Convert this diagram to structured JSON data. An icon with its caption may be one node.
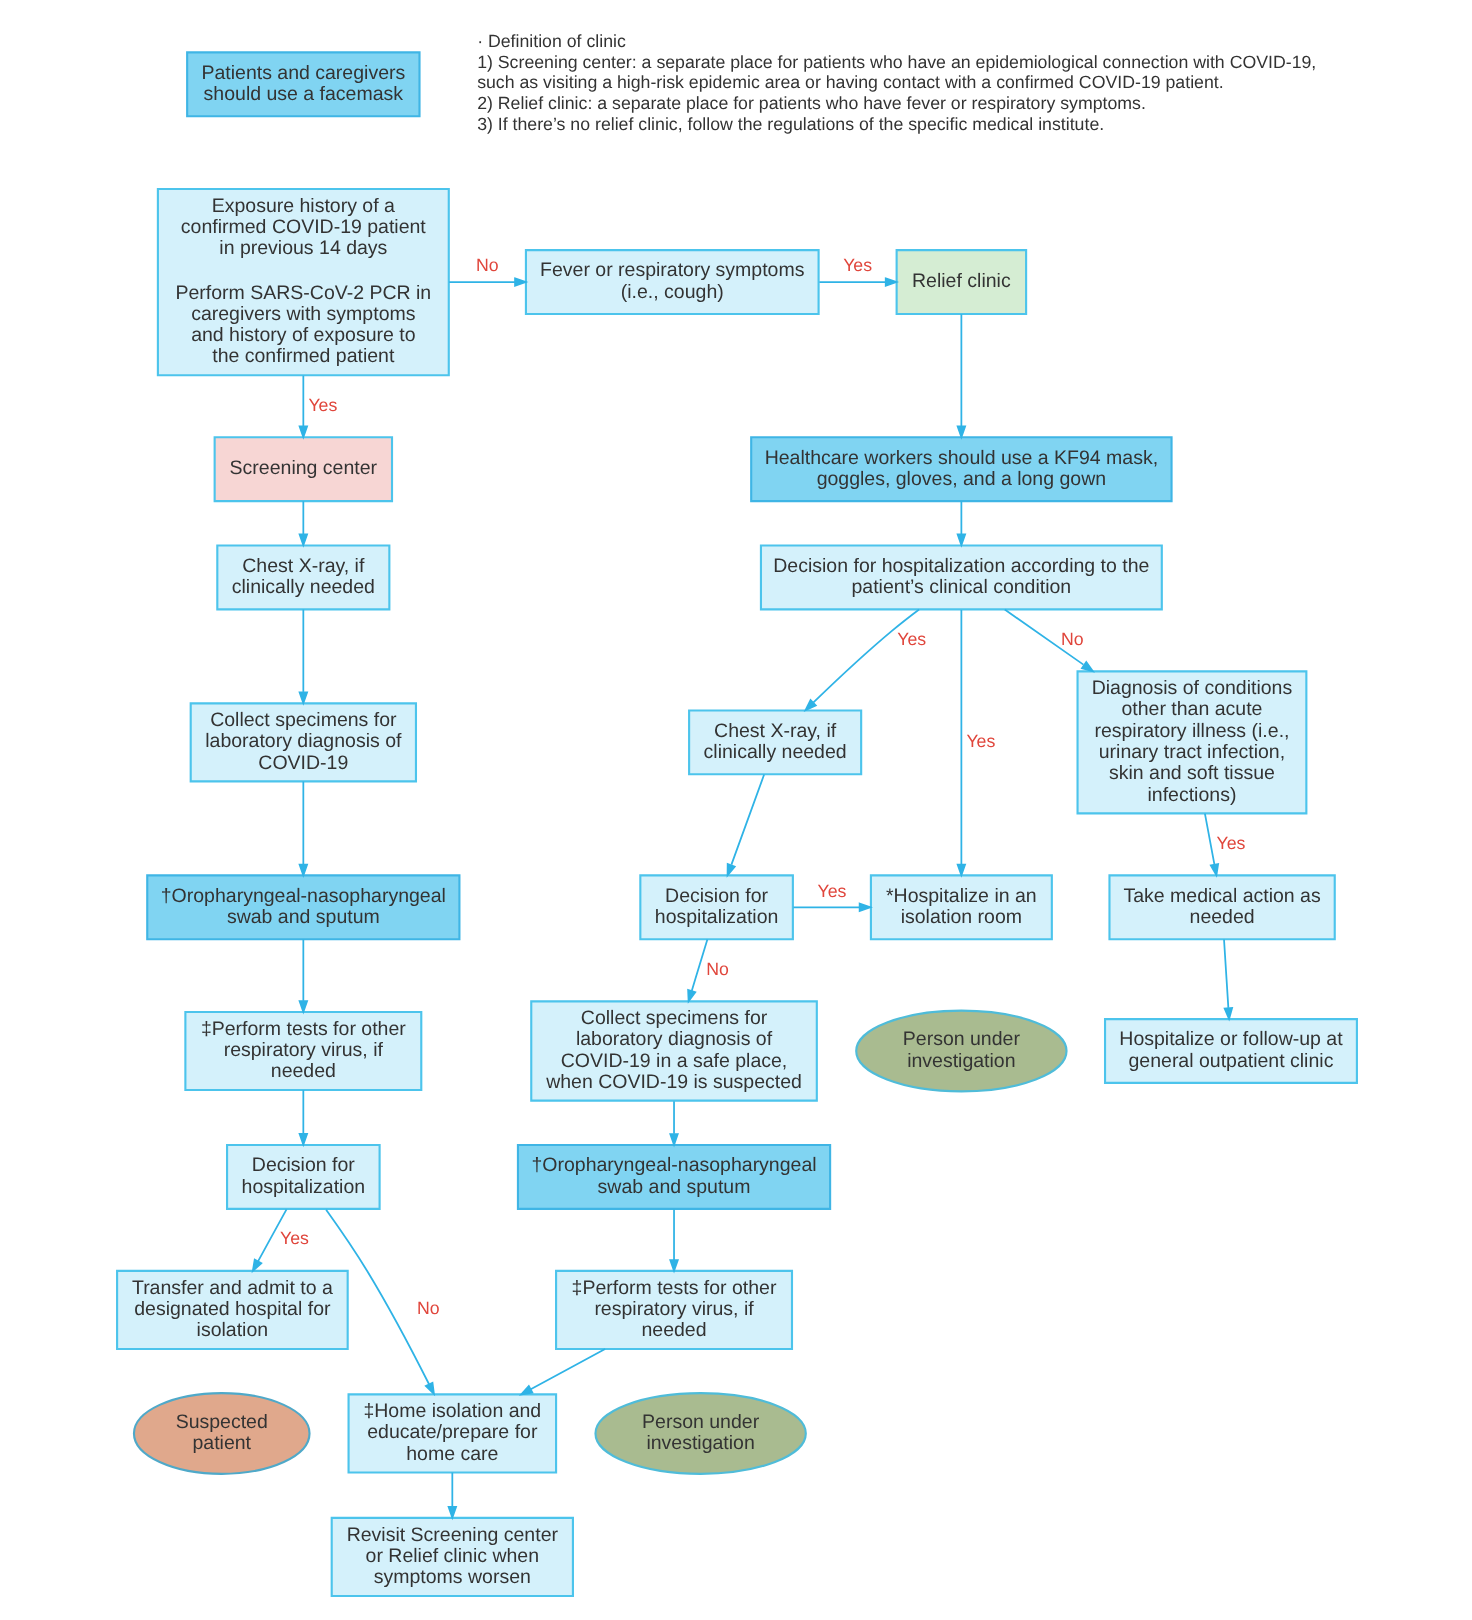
{
  "diagram": {
    "nodes": [
      {
        "text": [
          "Patients and caregivers should use a facemask"
        ]
      },
      {
        "text": [
          "Exposure history of a confirmed COVID-19 patient in previous 14 days",
          "Perform SARS-CoV-2 PCR in caregivers with symptoms and history of exposure to the confirmed patient"
        ]
      },
      {
        "text": [
          "Fever or respiratory symptoms (i.e., cough)"
        ]
      },
      {
        "text": [
          "Relief clinic"
        ]
      },
      {
        "text": [
          "Screening center"
        ]
      },
      {
        "text": [
          "Healthcare workers should use a KF94 mask, goggles, gloves, and a long gown"
        ]
      },
      {
        "text": [
          "Chest X-ray, if clinically needed"
        ]
      },
      {
        "text": [
          "Decision for hospitalization according to the patient’s clinical condition"
        ]
      },
      {
        "text": [
          "Collect specimens for laboratory diagnosis of COVID-19"
        ]
      },
      {
        "text": [
          "Chest X-ray, if clinically needed"
        ]
      },
      {
        "text": [
          "Diagnosis of conditions other than acute respiratory illness (i.e., urinary tract infection, skin and soft tissue infections)"
        ]
      },
      {
        "text": [
          "†Oropharyngeal-nasopharyngeal swab and sputum"
        ]
      },
      {
        "text": [
          "*Hospitalize in an isolation room"
        ]
      },
      {
        "text": [
          "Decision for hospitalization"
        ]
      },
      {
        "text": [
          "‡Perform tests for other respiratory virus, if needed"
        ]
      },
      {
        "text": [
          "Person under investigation"
        ]
      },
      {
        "text": [
          "Collect specimens for laboratory diagnosis of COVID-19 in a safe place, when COVID-19 is suspected"
        ]
      },
      {
        "text": [
          "Take medical action as needed"
        ]
      },
      {
        "text": [
          "Decision for hospitalization"
        ]
      },
      {
        "text": [
          "Hospitalize or follow-up at general outpatient clinic"
        ]
      },
      {
        "text": [
          "†Oropharyngeal-nasopharyngeal swab and sputum"
        ]
      },
      {
        "text": [
          "Transfer and admit to a designated hospital for isolation"
        ]
      },
      {
        "text": [
          "‡Perform tests for other respiratory virus, if needed"
        ]
      },
      {
        "text": [
          "Suspected patient"
        ]
      },
      {
        "text": [
          "‡Home isolation and educate/prepare for home care"
        ]
      },
      {
        "text": [
          "Person under investigation"
        ]
      },
      {
        "text": [
          "Revisit Screening center or Relief clinic when symptoms worsen"
        ]
      }
    ],
    "edges": [
      {
        "from": 1,
        "to": 2,
        "arrow": "to",
        "label": "No"
      },
      {
        "from": 2,
        "to": 3,
        "arrow": "to",
        "label": "Yes"
      },
      {
        "from": 1,
        "to": 4,
        "arrow": "to",
        "label": "Yes"
      },
      {
        "from": 3,
        "to": 5,
        "arrow": "to"
      },
      {
        "from": 4,
        "to": 6,
        "arrow": "to"
      },
      {
        "from": 5,
        "to": 7,
        "arrow": "to"
      },
      {
        "from": 6,
        "to": 8,
        "arrow": "to"
      },
      {
        "from": 7,
        "to": 12,
        "arrow": "to",
        "label": "Yes"
      },
      {
        "from": 7,
        "to": 9,
        "arrow": "to",
        "label": "Yes"
      },
      {
        "from": 7,
        "to": 10,
        "arrow": "to",
        "label": "No"
      },
      {
        "from": 8,
        "to": 11,
        "arrow": "to"
      },
      {
        "from": 9,
        "to": 13,
        "arrow": "to"
      },
      {
        "from": 13,
        "to": 12,
        "arrow": "to",
        "label": "Yes"
      },
      {
        "from": 11,
        "to": 14,
        "arrow": "to"
      },
      {
        "from": 13,
        "to": 16,
        "arrow": "to",
        "label": "No"
      },
      {
        "from": 10,
        "to": 17,
        "arrow": "to",
        "label": "Yes"
      },
      {
        "from": 14,
        "to": 18,
        "arrow": "to"
      },
      {
        "from": 17,
        "to": 19,
        "arrow": "to"
      },
      {
        "from": 16,
        "to": 20,
        "arrow": "to"
      },
      {
        "from": 18,
        "to": 21,
        "arrow": "to",
        "label": "Yes"
      },
      {
        "from": 18,
        "to": 24,
        "arrow": "to",
        "label": "No"
      },
      {
        "from": 20,
        "to": 22,
        "arrow": "to"
      },
      {
        "from": 22,
        "to": 24,
        "arrow": "to"
      },
      {
        "from": 24,
        "to": 26,
        "arrow": "to"
      }
    ],
    "labels": [
      "· Definition of clinic",
      "1) Screening center: a separate place for patients who have an epidemiological connection with COVID-19, such as visiting a high-risk epidemic area or having contact with a confirmed COVID-19 patient.",
      "2) Relief clinic: a separate place for patients who have fever or respiratory symptoms.",
      "3) If there’s no relief clinic, follow the regulations of the specific medical institute."
    ]
  }
}
